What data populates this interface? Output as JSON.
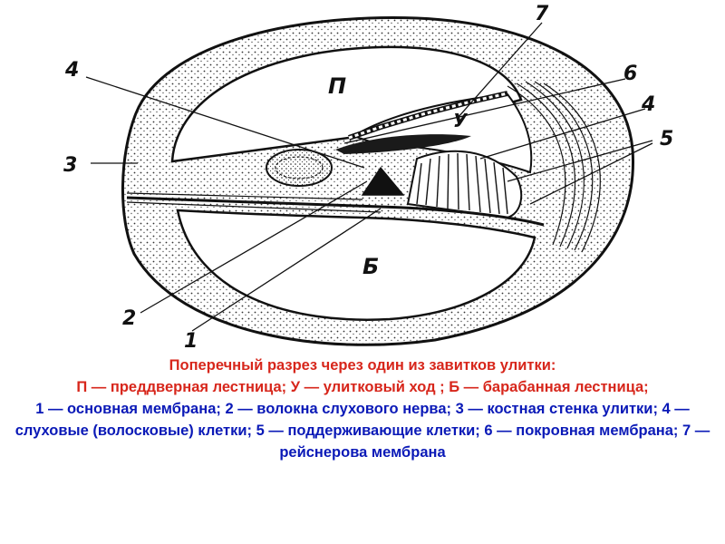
{
  "figure": {
    "region_labels": {
      "p": "П",
      "u": "У",
      "b": "Б"
    },
    "callouts": {
      "n1": "1",
      "n2": "2",
      "n3": "3",
      "n4_left": "4",
      "n4_right": "4",
      "n5": "5",
      "n6": "6",
      "n7": "7"
    }
  },
  "caption": {
    "title": "Поперечный разрез через один из завитков улитки:",
    "legend_red": "П — преддверная лестница; У — улитковый ход ; Б — барабанная лестница;",
    "legend_blue": "1 — основная мембрана; 2 — волокна слухового нерва; 3 — костная стенка улитки; 4 — слуховые (волосковые) клетки; 5 — поддерживающие клетки; 6 — покровная мембрана; 7 — рейснерова мембрана"
  },
  "colors": {
    "title": "#d7261b",
    "legend_red": "#d7261b",
    "legend_blue": "#0a19b7",
    "ink": "#111111"
  }
}
